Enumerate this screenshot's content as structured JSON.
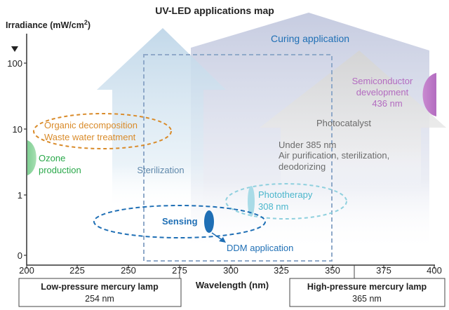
{
  "title": "UV-LED applications map",
  "y_axis": {
    "label": "Irradiance (mW/cm",
    "label_sup": "2",
    "label_end": ")",
    "ticks": [
      "100",
      "10",
      "1",
      "0"
    ]
  },
  "x_axis": {
    "label": "Wavelength (nm)",
    "ticks": [
      "200",
      "225",
      "250",
      "275",
      "300",
      "325",
      "350",
      "375",
      "400"
    ]
  },
  "regions": {
    "curing": "Curing application",
    "semiconductor": [
      "Semiconductor",
      "development",
      "436 nm"
    ],
    "photocatalyst": "Photocatalyst",
    "photocatalyst_desc": [
      "Under 385 nm",
      "Air purification, sterilization,",
      "deodorizing"
    ],
    "organic": [
      "Organic decomposition",
      "Waste water treatment"
    ],
    "ozone": [
      "Ozone",
      "production"
    ],
    "sterilization": "Sterilization",
    "phototherapy": [
      "Phototherapy",
      "308 nm"
    ],
    "sensing": "Sensing",
    "ddm": "DDM application"
  },
  "lamps": {
    "low": [
      "Low-pressure mercury lamp",
      "254 nm"
    ],
    "high": [
      "High-pressure mercury lamp",
      "365 nm"
    ]
  },
  "colors": {
    "orange": "#d98b2a",
    "green": "#2aa84a",
    "blue": "#1f6fb5",
    "steel": "#5f88ab",
    "purple": "#b36cc0",
    "gray": "#6b6b6b",
    "cyan": "#4bb6cc"
  }
}
